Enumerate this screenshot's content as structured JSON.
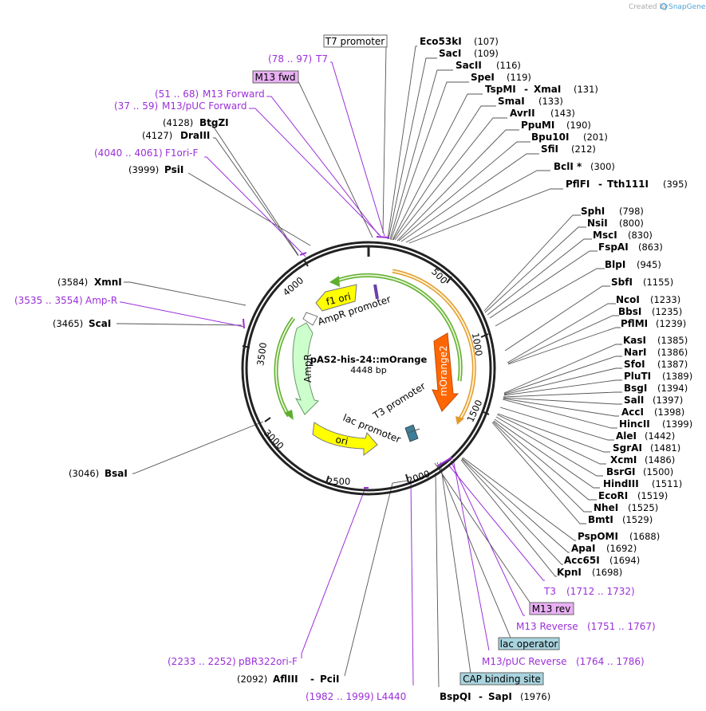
{
  "credit": {
    "text": "Created by",
    "brand": "SnapGene"
  },
  "plasmid": {
    "name": "pAS2-his-24::mOrange",
    "length": "4448 bp"
  },
  "ticks": [
    "500",
    "1000",
    "1500",
    "2000",
    "2500",
    "3000",
    "3500",
    "4000"
  ],
  "features": [
    {
      "name": "f1 ori",
      "color": "#ffff00"
    },
    {
      "name": "AmpR promoter",
      "color": "#ffffff"
    },
    {
      "name": "AmpR",
      "color": "#ccffcc"
    },
    {
      "name": "ori",
      "color": "#ffff00"
    },
    {
      "name": "lac promoter",
      "color": "#ffffff"
    },
    {
      "name": "T3 promoter",
      "color": "#ffffff"
    },
    {
      "name": "mOrange2",
      "color": "#ff6600"
    }
  ],
  "boxed_labels": {
    "t7_promoter": "T7 promoter",
    "m13_fwd": "M13 fwd",
    "m13_rev": "M13 rev",
    "lac_operator": "lac operator",
    "cap_site": "CAP binding site"
  },
  "enzymes_right": [
    {
      "name": "Eco53kI",
      "pos": "(107)"
    },
    {
      "name": "SacI",
      "pos": "(109)"
    },
    {
      "name": "SacII",
      "pos": "(116)"
    },
    {
      "name": "SpeI",
      "pos": "(119)"
    },
    {
      "name": "TspMI",
      "sep": "-",
      "name2": "XmaI",
      "pos": "(131)"
    },
    {
      "name": "SmaI",
      "pos": "(133)"
    },
    {
      "name": "AvrII",
      "pos": "(143)"
    },
    {
      "name": "PpuMI",
      "pos": "(190)"
    },
    {
      "name": "Bpu10I",
      "pos": "(201)"
    },
    {
      "name": "SfiI",
      "pos": "(212)"
    },
    {
      "name": "BclI *",
      "pos": "(300)"
    },
    {
      "name": "PflFI",
      "sep": "-",
      "name2": "Tth111I",
      "pos": "(395)"
    },
    {
      "name": "SphI",
      "pos": "(798)"
    },
    {
      "name": "NsiI",
      "pos": "(800)"
    },
    {
      "name": "MscI",
      "pos": "(830)"
    },
    {
      "name": "FspAI",
      "pos": "(863)"
    },
    {
      "name": "BlpI",
      "pos": "(945)"
    },
    {
      "name": "SbfI",
      "pos": "(1155)"
    },
    {
      "name": "NcoI",
      "pos": "(1233)"
    },
    {
      "name": "BbsI",
      "pos": "(1235)"
    },
    {
      "name": "PflMI",
      "pos": "(1239)"
    },
    {
      "name": "KasI",
      "pos": "(1385)"
    },
    {
      "name": "NarI",
      "pos": "(1386)"
    },
    {
      "name": "SfoI",
      "pos": "(1387)"
    },
    {
      "name": "PluTI",
      "pos": "(1389)"
    },
    {
      "name": "BsgI",
      "pos": "(1394)"
    },
    {
      "name": "SalI",
      "pos": "(1397)"
    },
    {
      "name": "AccI",
      "pos": "(1398)"
    },
    {
      "name": "HincII",
      "pos": "(1399)"
    },
    {
      "name": "AleI",
      "pos": "(1442)"
    },
    {
      "name": "SgrAI",
      "pos": "(1481)"
    },
    {
      "name": "XcmI",
      "pos": "(1486)"
    },
    {
      "name": "BsrGI",
      "pos": "(1500)"
    },
    {
      "name": "HindIII",
      "pos": "(1511)"
    },
    {
      "name": "EcoRI",
      "pos": "(1519)"
    },
    {
      "name": "NheI",
      "pos": "(1525)"
    },
    {
      "name": "BmtI",
      "pos": "(1529)"
    },
    {
      "name": "PspOMI",
      "pos": "(1688)"
    },
    {
      "name": "ApaI",
      "pos": "(1692)"
    },
    {
      "name": "Acc65I",
      "pos": "(1694)"
    },
    {
      "name": "KpnI",
      "pos": "(1698)"
    }
  ],
  "enzymes_left": [
    {
      "name": "BtgZI",
      "pos": "(4128)"
    },
    {
      "name": "DraIII",
      "pos": "(4127)"
    },
    {
      "name": "PsiI",
      "pos": "(3999)"
    },
    {
      "name": "XmnI",
      "pos": "(3584)"
    },
    {
      "name": "ScaI",
      "pos": "(3465)"
    },
    {
      "name": "BsaI",
      "pos": "(3046)"
    }
  ],
  "enzymes_bottom": [
    {
      "name": "AflIII",
      "sep": "-",
      "name2": "PciI",
      "pos": "(2092)"
    },
    {
      "name": "BspQI",
      "sep": "-",
      "name2": "SapI",
      "pos": "(1976)"
    }
  ],
  "primers": [
    {
      "name": "T7",
      "range": "(78 .. 97)"
    },
    {
      "name": "M13 Forward",
      "range": "(51 .. 68)"
    },
    {
      "name": "M13/pUC Forward",
      "range": "(37 .. 59)"
    },
    {
      "name": "F1ori-F",
      "range": "(4040 .. 4061)"
    },
    {
      "name": "Amp-R",
      "range": "(3535 .. 3554)"
    },
    {
      "name": "T3",
      "range": "(1712 .. 1732)"
    },
    {
      "name": "M13 Reverse",
      "range": "(1751 .. 1767)"
    },
    {
      "name": "M13/pUC Reverse",
      "range": "(1764 .. 1786)"
    },
    {
      "name": "pBR322ori-F",
      "range": "(2233 .. 2252)"
    },
    {
      "name": "L4440",
      "range": "(1982 .. 1999)"
    }
  ],
  "colors": {
    "primer": "#9b30d9",
    "backbone": "#222222",
    "ampR_border": "#669966",
    "mOrange_arc": "#e39a2d",
    "green_arc": "#5fae2e"
  }
}
